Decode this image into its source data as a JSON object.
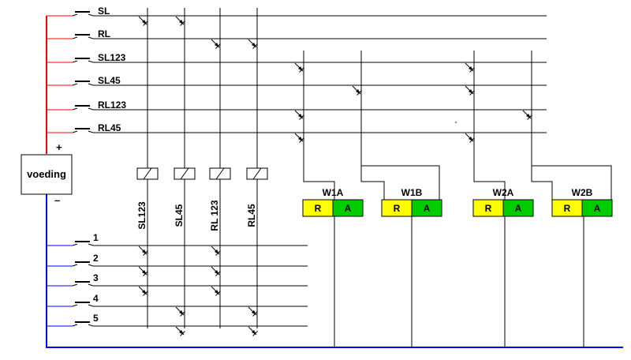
{
  "power_supply": {
    "label": "voeding",
    "plus": "+",
    "minus": "–"
  },
  "colors": {
    "positive_wire": "#ff0000",
    "negative_wire": "#0000ff",
    "wire": "#000000",
    "relay_contact_r": "#ffff00",
    "relay_contact_a": "#00cc00"
  },
  "top_buttons": [
    {
      "label": "SL"
    },
    {
      "label": "RL"
    },
    {
      "label": "SL123"
    },
    {
      "label": "SL45"
    },
    {
      "label": "RL123"
    },
    {
      "label": "RL45"
    }
  ],
  "relays": [
    {
      "label": "SL123"
    },
    {
      "label": "SL45"
    },
    {
      "label": "RL 123"
    },
    {
      "label": "RL45"
    }
  ],
  "bottom_buttons": [
    {
      "label": "1"
    },
    {
      "label": "2"
    },
    {
      "label": "3"
    },
    {
      "label": "4"
    },
    {
      "label": "5"
    }
  ],
  "switches": [
    {
      "label": "W1A",
      "r": "R",
      "a": "A"
    },
    {
      "label": "W1B",
      "r": "R",
      "a": "A"
    },
    {
      "label": "W2A",
      "r": "R",
      "a": "A"
    },
    {
      "label": "W2B",
      "r": "R",
      "a": "A"
    }
  ]
}
